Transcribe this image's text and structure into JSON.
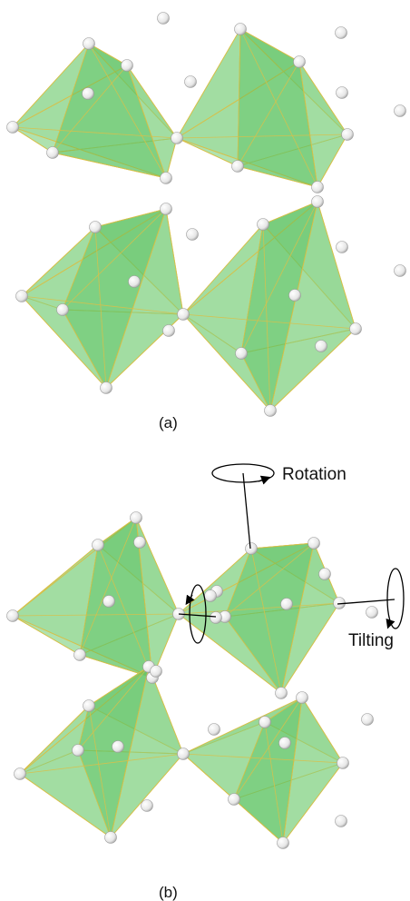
{
  "panels": [
    {
      "label": "(a)"
    },
    {
      "label": "(b)"
    }
  ],
  "annotations": {
    "rotation": "Rotation",
    "tilting": "Tilting"
  },
  "colors": {
    "octahedron_face": "#7ed07e",
    "octahedron_face_dark": "#3fb64a",
    "octahedron_edge": "#d8c04a",
    "atom_fill": "#f4f4f4",
    "atom_stroke": "#9a9a9a",
    "annotation_line": "#000000"
  },
  "structure": {
    "unit": "corner-sharing octahedra",
    "count_per_panel": 4,
    "vertex_atom": "sphere"
  }
}
